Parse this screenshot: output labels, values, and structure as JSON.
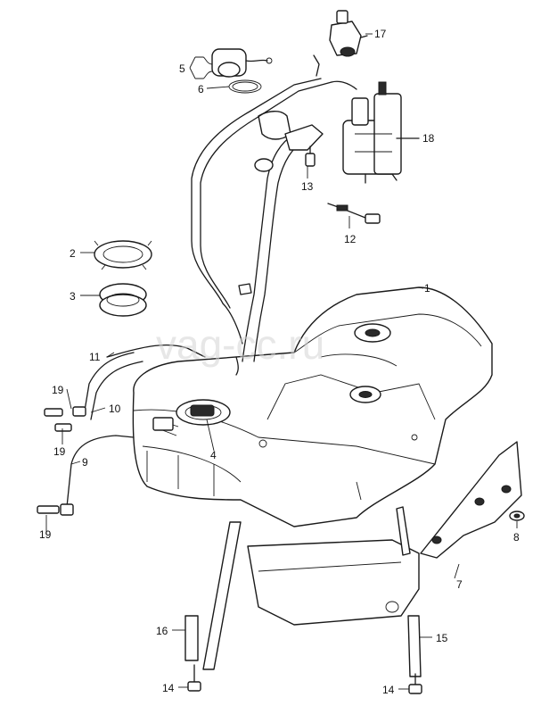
{
  "watermark": "vag-cc.ru",
  "callouts": {
    "c1": "1",
    "c2": "2",
    "c3": "3",
    "c4": "4",
    "c5": "5",
    "c6": "6",
    "c7": "7",
    "c8": "8",
    "c9": "9",
    "c10": "10",
    "c11": "11",
    "c12": "12",
    "c13": "13",
    "c14a": "14",
    "c14b": "14",
    "c15": "15",
    "c16": "16",
    "c17": "17",
    "c18": "18",
    "c19a": "19",
    "c19b": "19",
    "c19c": "19"
  }
}
